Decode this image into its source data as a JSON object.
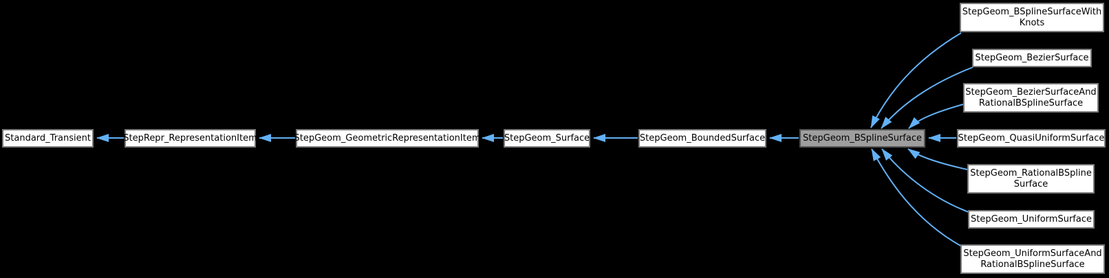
{
  "diagram": {
    "type": "inheritance-graph",
    "selected_node": "StepGeom_BSplineSurface",
    "nodes": {
      "standard_transient": {
        "label": "Standard_Transient"
      },
      "steprepr_representation_item": {
        "label": "StepRepr_RepresentationItem"
      },
      "stepgeom_geometric_representation_item": {
        "label": "StepGeom_GeometricRepresentationItem"
      },
      "stepgeom_surface": {
        "label": "StepGeom_Surface"
      },
      "stepgeom_bounded_surface": {
        "label": "StepGeom_BoundedSurface"
      },
      "stepgeom_bspline_surface": {
        "label": "StepGeom_BSplineSurface"
      },
      "stepgeom_bspline_surface_with_knots": {
        "label": "StepGeom_BSplineSurfaceWith\nKnots"
      },
      "stepgeom_bezier_surface": {
        "label": "StepGeom_BezierSurface"
      },
      "stepgeom_bezier_surface_and_rational_bspline_surface": {
        "label": "StepGeom_BezierSurfaceAnd\nRationalBSplineSurface"
      },
      "stepgeom_quasi_uniform_surface": {
        "label": "StepGeom_QuasiUniformSurface"
      },
      "stepgeom_rational_bspline_surface": {
        "label": "StepGeom_RationalBSpline\nSurface"
      },
      "stepgeom_uniform_surface": {
        "label": "StepGeom_UniformSurface"
      },
      "stepgeom_uniform_surface_and_rational_bspline_surface": {
        "label": "StepGeom_UniformSurfaceAnd\nRationalBSplineSurface"
      }
    },
    "colors": {
      "background": "#000000",
      "edge": "#63b1f6",
      "node_fill": "#ffffff",
      "node_border": "#7a7a7a",
      "node_text": "#000000",
      "selected_fill": "#9e9e9e",
      "selected_border": "#545454"
    }
  }
}
